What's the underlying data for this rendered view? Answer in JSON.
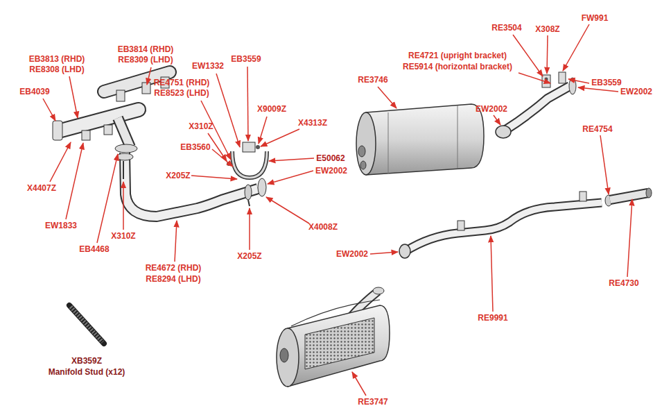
{
  "diagram": {
    "labels": [
      "EB3813 (RHD)",
      "RE8308 (LHD)",
      "EB3814 (RHD)",
      "RE8309 (LHD)",
      "EB4039",
      "RE4751 (RHD)",
      "RE8523 (LHD)",
      "EW1332",
      "EB3559",
      "X9009Z",
      "X4313Z",
      "X310Z",
      "EB3560",
      "E50062",
      "X205Z",
      "EW2002",
      "X4407Z",
      "EW1833",
      "X310Z",
      "EB4468",
      "X4008Z",
      "RE4672 (RHD)",
      "RE8294 (LHD)",
      "X205Z",
      "RE3504",
      "X308Z",
      "FW991",
      "RE4721 (upright bracket)",
      "RE5914 (horizontal bracket)",
      "RE3746",
      "EB3559",
      "EW2002",
      "EW2002",
      "RE4754",
      "EW2002",
      "RE9991",
      "RE4730",
      "RE3747",
      "XB359Z",
      "Manifold Stud (x12)"
    ]
  }
}
